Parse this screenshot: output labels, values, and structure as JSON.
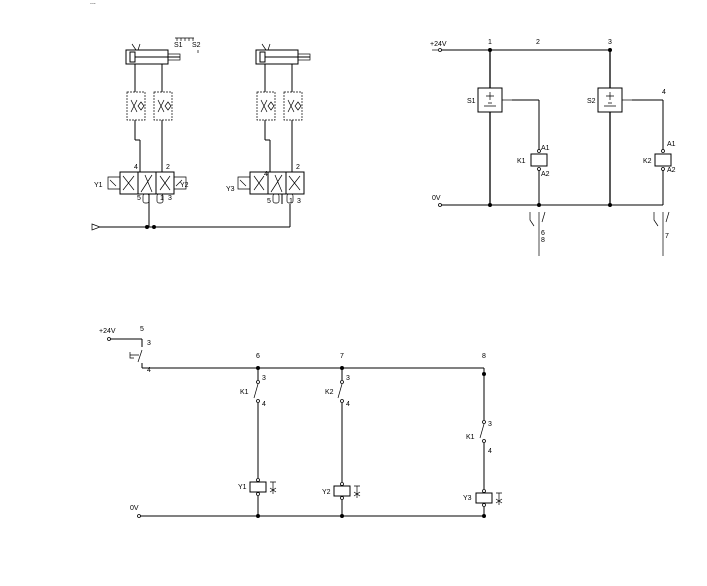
{
  "top_left_marker": "...",
  "pneumatic": {
    "cyl1_sensor_labels": [
      "S1",
      "S2"
    ],
    "valve1": {
      "left_solenoid": "Y1",
      "right_solenoid": "Y2",
      "ports": [
        "4",
        "2",
        "5",
        "1",
        "3"
      ]
    },
    "valve2": {
      "solenoid": "Y3",
      "ports": [
        "4",
        "2",
        "5",
        "1",
        "3"
      ]
    }
  },
  "circuit1": {
    "supply": "+24V",
    "ground": "0V",
    "nodes": [
      "1",
      "2",
      "3",
      "4"
    ],
    "switch1": "S1",
    "switch2": "S2",
    "relay1": {
      "name": "K1",
      "a1": "A1",
      "a2": "A2",
      "contacts": [
        "6",
        "8"
      ]
    },
    "relay2": {
      "name": "K2",
      "a1": "A1",
      "a2": "A2",
      "contacts": [
        "7"
      ]
    }
  },
  "circuit2": {
    "supply": "+24V",
    "ground": "0V",
    "nodes": [
      "5",
      "6",
      "7",
      "8"
    ],
    "start_terminals": [
      "3",
      "4"
    ],
    "contact1": {
      "name": "K1",
      "t3": "3",
      "t4": "4"
    },
    "contact2": {
      "name": "K2",
      "t3": "3",
      "t4": "4"
    },
    "contact3": {
      "name": "K1",
      "t3": "3",
      "t4": "4"
    },
    "coils": [
      "Y1",
      "Y2",
      "Y3"
    ]
  }
}
